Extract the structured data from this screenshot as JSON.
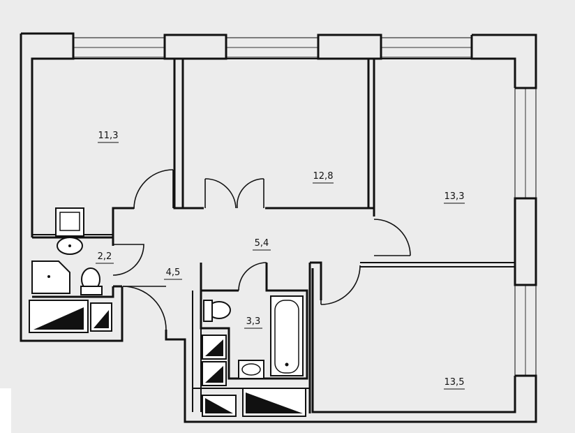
{
  "rooms": [
    {
      "id": "bedroom-nw",
      "area": "11,3"
    },
    {
      "id": "bedroom-n",
      "area": "12,8"
    },
    {
      "id": "bedroom-ne",
      "area": "13,3"
    },
    {
      "id": "hall",
      "area": "5,4"
    },
    {
      "id": "bathroom-w",
      "area": "2,2"
    },
    {
      "id": "entry",
      "area": "4,5"
    },
    {
      "id": "bathroom-s",
      "area": "3,3"
    },
    {
      "id": "bedroom-se",
      "area": "13,5"
    }
  ]
}
